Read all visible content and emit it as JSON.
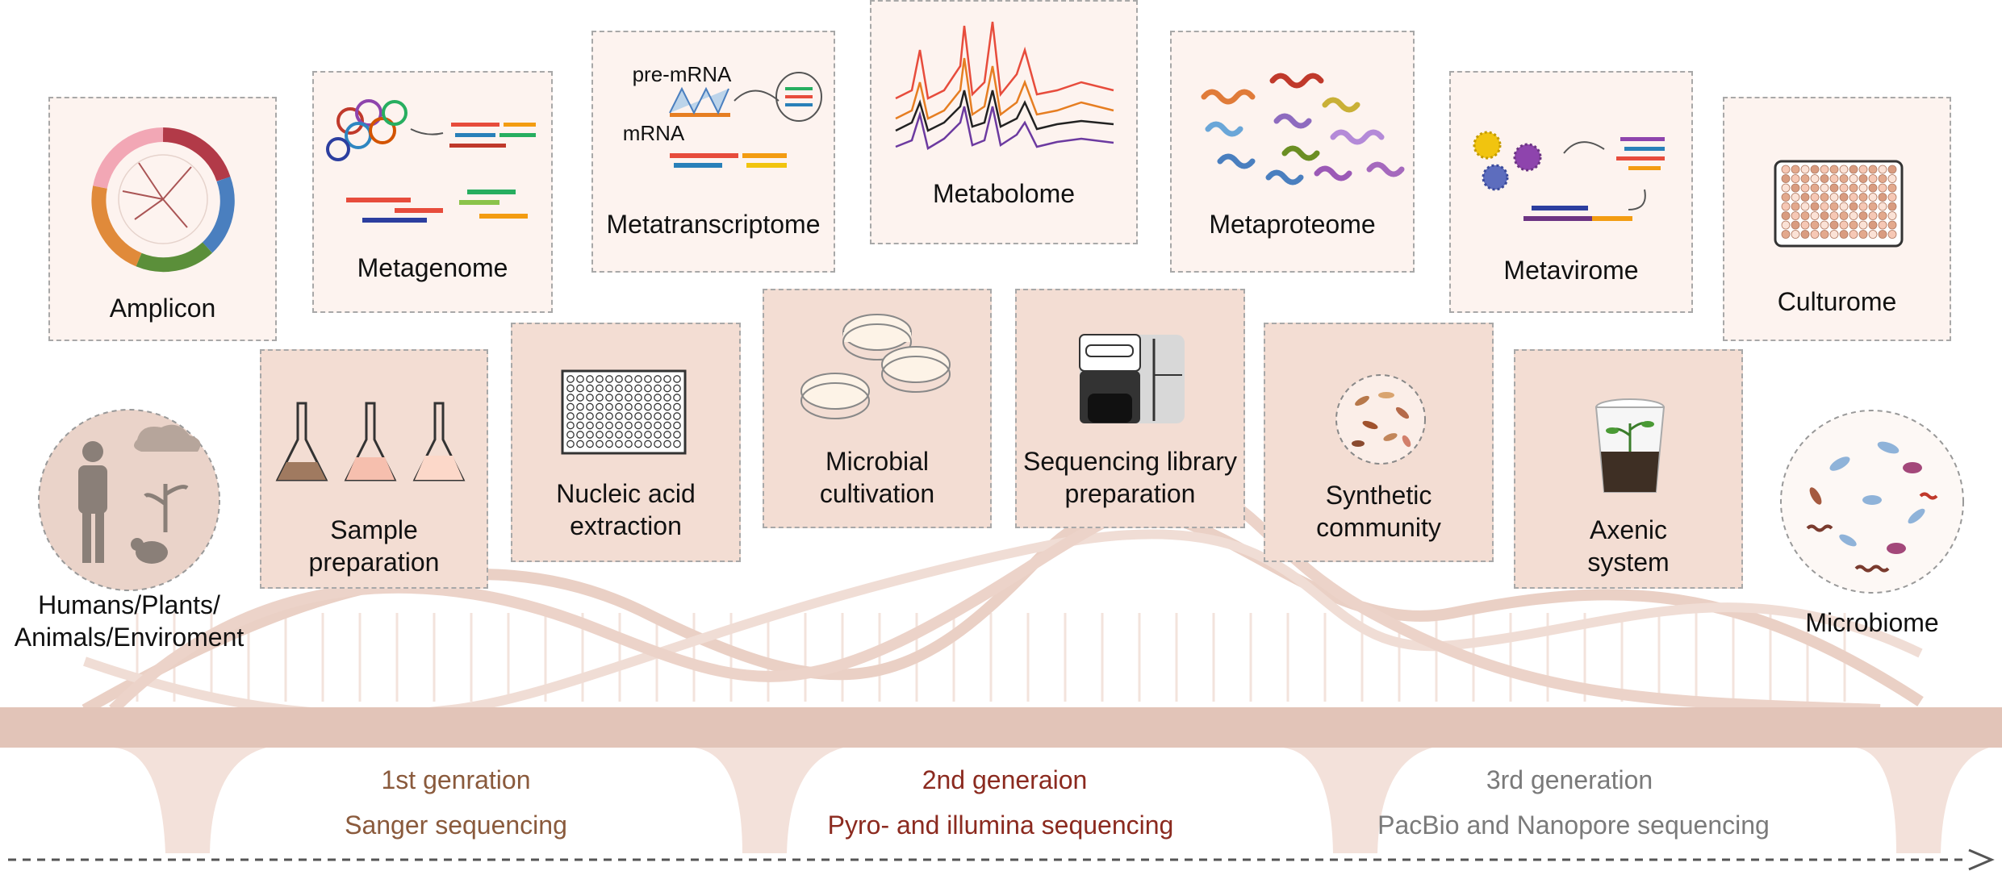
{
  "omics": {
    "amplicon": "Amplicon",
    "metagenome": "Metagenome",
    "metatranscriptome": "Metatranscriptome",
    "pre_mrna": "pre-mRNA",
    "mrna": "mRNA",
    "metabolome": "Metabolome",
    "metaproteome": "Metaproteome",
    "metavirome": "Metavirome",
    "culturome": "Culturome"
  },
  "steps": {
    "sample_l1": "Sample",
    "sample_l2": "preparation",
    "nucleic_l1": "Nucleic acid",
    "nucleic_l2": "extraction",
    "microbial_l1": "Microbial",
    "microbial_l2": "cultivation",
    "seqlib_l1": "Sequencing library",
    "seqlib_l2": "preparation",
    "synthetic_l1": "Synthetic",
    "synthetic_l2": "community",
    "axenic_l1": "Axenic",
    "axenic_l2": "system"
  },
  "ends": {
    "source_l1": "Humans/Plants/",
    "source_l2": "Animals/Enviroment",
    "microbiome": "Microbiome"
  },
  "generations": [
    {
      "title": "1st genration",
      "subtitle": "Sanger sequencing",
      "color": "#8a5a3c"
    },
    {
      "title": "2nd generaion",
      "subtitle": "Pyro- and illumina sequencing",
      "color": "#8b2a1f"
    },
    {
      "title": "3rd generation",
      "subtitle": "PacBio and Nanopore sequencing",
      "color": "#7a7a7a"
    }
  ],
  "colors": {
    "card_top": "#fdf3ef",
    "card_mid": "#f3ddd3",
    "bridge": "#e2c4b8",
    "dna": "#ecd3c9",
    "dashed_border": "#a8a8a8",
    "timeline_arrow": "#555555"
  }
}
